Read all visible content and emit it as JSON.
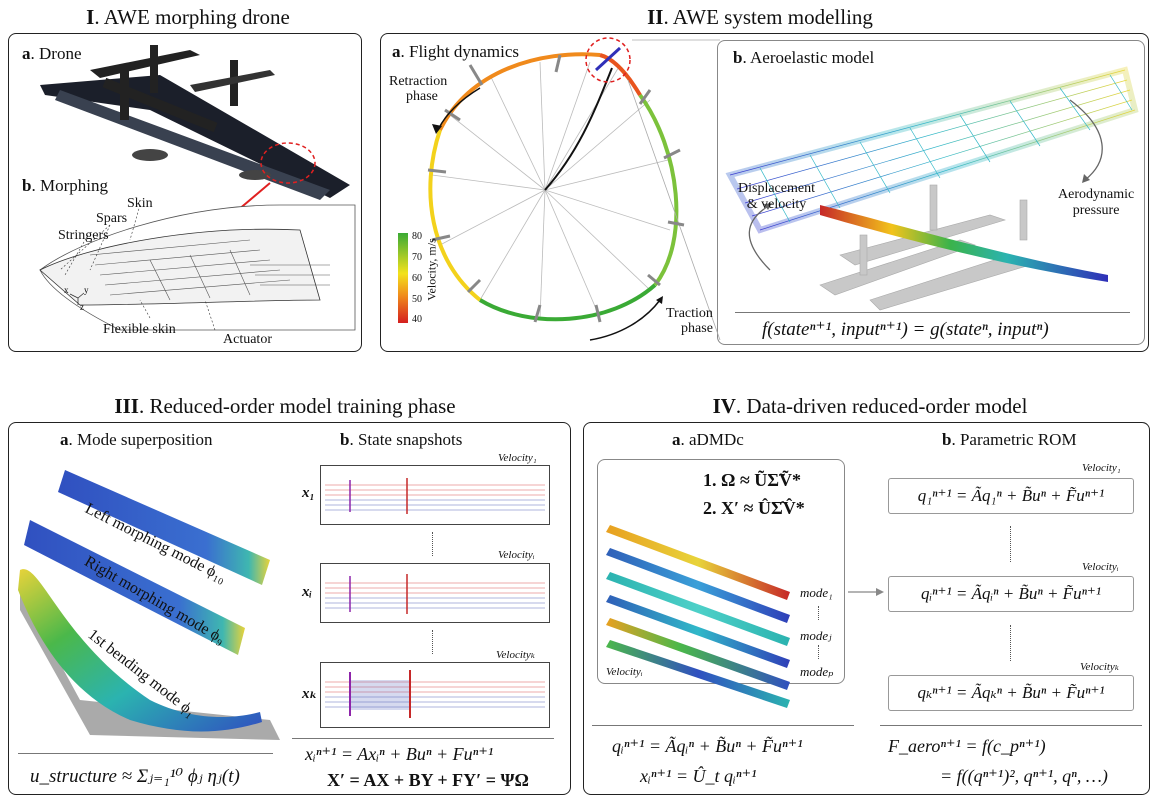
{
  "sections": {
    "s1": {
      "num": "I",
      "title": ". AWE morphing drone"
    },
    "s2": {
      "num": "II",
      "title": ". AWE system modelling"
    },
    "s3": {
      "num": "III",
      "title": ". Reduced-order model training phase"
    },
    "s4": {
      "num": "IV",
      "title": ". Data-driven reduced-order model"
    }
  },
  "panel1": {
    "a": {
      "letter": "a",
      "label": ". Drone"
    },
    "b": {
      "letter": "b",
      "label": ". Morphing"
    },
    "parts": {
      "skin": "Skin",
      "spars": "Spars",
      "stringers": "Stringers",
      "flexible_skin": "Flexible skin",
      "actuator": "Actuator"
    },
    "axes": {
      "x": "x",
      "y": "y",
      "z": "z"
    }
  },
  "panel2": {
    "a": {
      "letter": "a",
      "label": ". Flight dynamics"
    },
    "b": {
      "letter": "b",
      "label": ". Aeroelastic model"
    },
    "retraction": [
      "Retraction",
      "phase"
    ],
    "traction": [
      "Traction",
      "phase"
    ],
    "colorbar": {
      "title": "Velocity, m/s",
      "ticks": [
        "80",
        "70",
        "60",
        "50",
        "40"
      ]
    },
    "displacement": [
      "Displacement",
      "& velocity"
    ],
    "aero_pressure": [
      "Aerodynamic",
      "pressure"
    ],
    "equation": "f(stateⁿ⁺¹, inputⁿ⁺¹) = g(stateⁿ, inputⁿ)"
  },
  "panel3": {
    "a": {
      "letter": "a",
      "label": ". Mode superposition"
    },
    "b": {
      "letter": "b",
      "label": ". State snapshots"
    },
    "modes": [
      "Left morphing mode ϕ₁₀",
      "Right morphing mode ϕ₉",
      "1st bending mode ϕ₁"
    ],
    "snapshot_velocity": [
      "Velocity₁",
      "Velocityᵢ",
      "Velocityₖ"
    ],
    "snapshot_x": [
      "x₁",
      "xᵢ",
      "xₖ"
    ],
    "eq_structure": "u_structure ≈ Σⱼ₌₁¹⁰ ϕⱼ ηⱼ(t)",
    "eq_state1": "xᵢⁿ⁺¹ = Axᵢⁿ + Buⁿ + Fuⁿ⁺¹",
    "eq_state2": "X′ = AX + BY + FY′ = ΨΩ"
  },
  "panel4": {
    "a": {
      "letter": "a",
      "label": ". aDMDc"
    },
    "b": {
      "letter": "b",
      "label": ". Parametric ROM"
    },
    "svd1": "1.  Ω ≈ ŨΣ̃Ṽ*",
    "svd2": "2.  X′ ≈ ÛΣ̂V̂*",
    "modes": [
      "mode₁",
      "modeⱼ",
      "modeₚ"
    ],
    "velocity_i": "Velocityᵢ",
    "rom_velocity": [
      "Velocity₁",
      "Velocityᵢ",
      "Velocityₖ"
    ],
    "rom_eq": [
      "q₁ⁿ⁺¹ = Ãq₁ⁿ + B̃uⁿ + F̃uⁿ⁺¹",
      "qᵢⁿ⁺¹ = Ãqᵢⁿ + B̃uⁿ + F̃uⁿ⁺¹",
      "qₖⁿ⁺¹ = Ãqₖⁿ + B̃uⁿ + F̃uⁿ⁺¹"
    ],
    "eq_q": "qᵢⁿ⁺¹ = Ãqᵢⁿ + B̃uⁿ + F̃uⁿ⁺¹",
    "eq_x": "xᵢⁿ⁺¹ = Û_t qᵢⁿ⁺¹",
    "eq_f1": "F_aeroⁿ⁺¹ = f(c_pⁿ⁺¹)",
    "eq_f2": "= f((qⁿ⁺¹)², qⁿ⁺¹, qⁿ, …)"
  },
  "colors": {
    "traction": "#3aaa35",
    "retraction": "#e8541e",
    "mode_blue": "#2f5fb8",
    "mode_teal": "#2bb3b0",
    "mode_red": "#c62828",
    "snapshot_red": "#d32f2f",
    "snapshot_blue": "#3949ab"
  }
}
